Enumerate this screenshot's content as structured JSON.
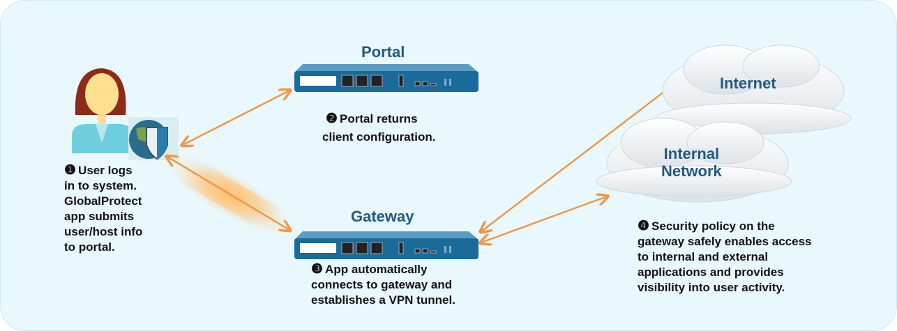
{
  "nodes": {
    "portal": {
      "title": "Portal"
    },
    "gateway": {
      "title": "Gateway"
    },
    "internet": {
      "title": "Internet"
    },
    "internal": {
      "title_line1": "Internal",
      "title_line2": "Network"
    }
  },
  "steps": [
    {
      "marker": "❶",
      "lines": [
        "User logs",
        "in to system.",
        "GlobalProtect",
        "app submits",
        "user/host info",
        "to portal."
      ]
    },
    {
      "marker": "❷",
      "lines": [
        "Portal returns",
        "client configuration."
      ]
    },
    {
      "marker": "❸",
      "lines": [
        "App automatically",
        "connects to gateway and",
        "establishes a VPN tunnel."
      ]
    },
    {
      "marker": "❹",
      "lines": [
        "Security policy on the",
        "gateway safely enables access",
        "to internal and external",
        "applications and provides",
        "visibility into user activity."
      ]
    }
  ],
  "colors": {
    "arrow": "#f0974a",
    "device": "#1a6a9a",
    "title": "#1f5a80",
    "background": "#e9f8fd"
  }
}
